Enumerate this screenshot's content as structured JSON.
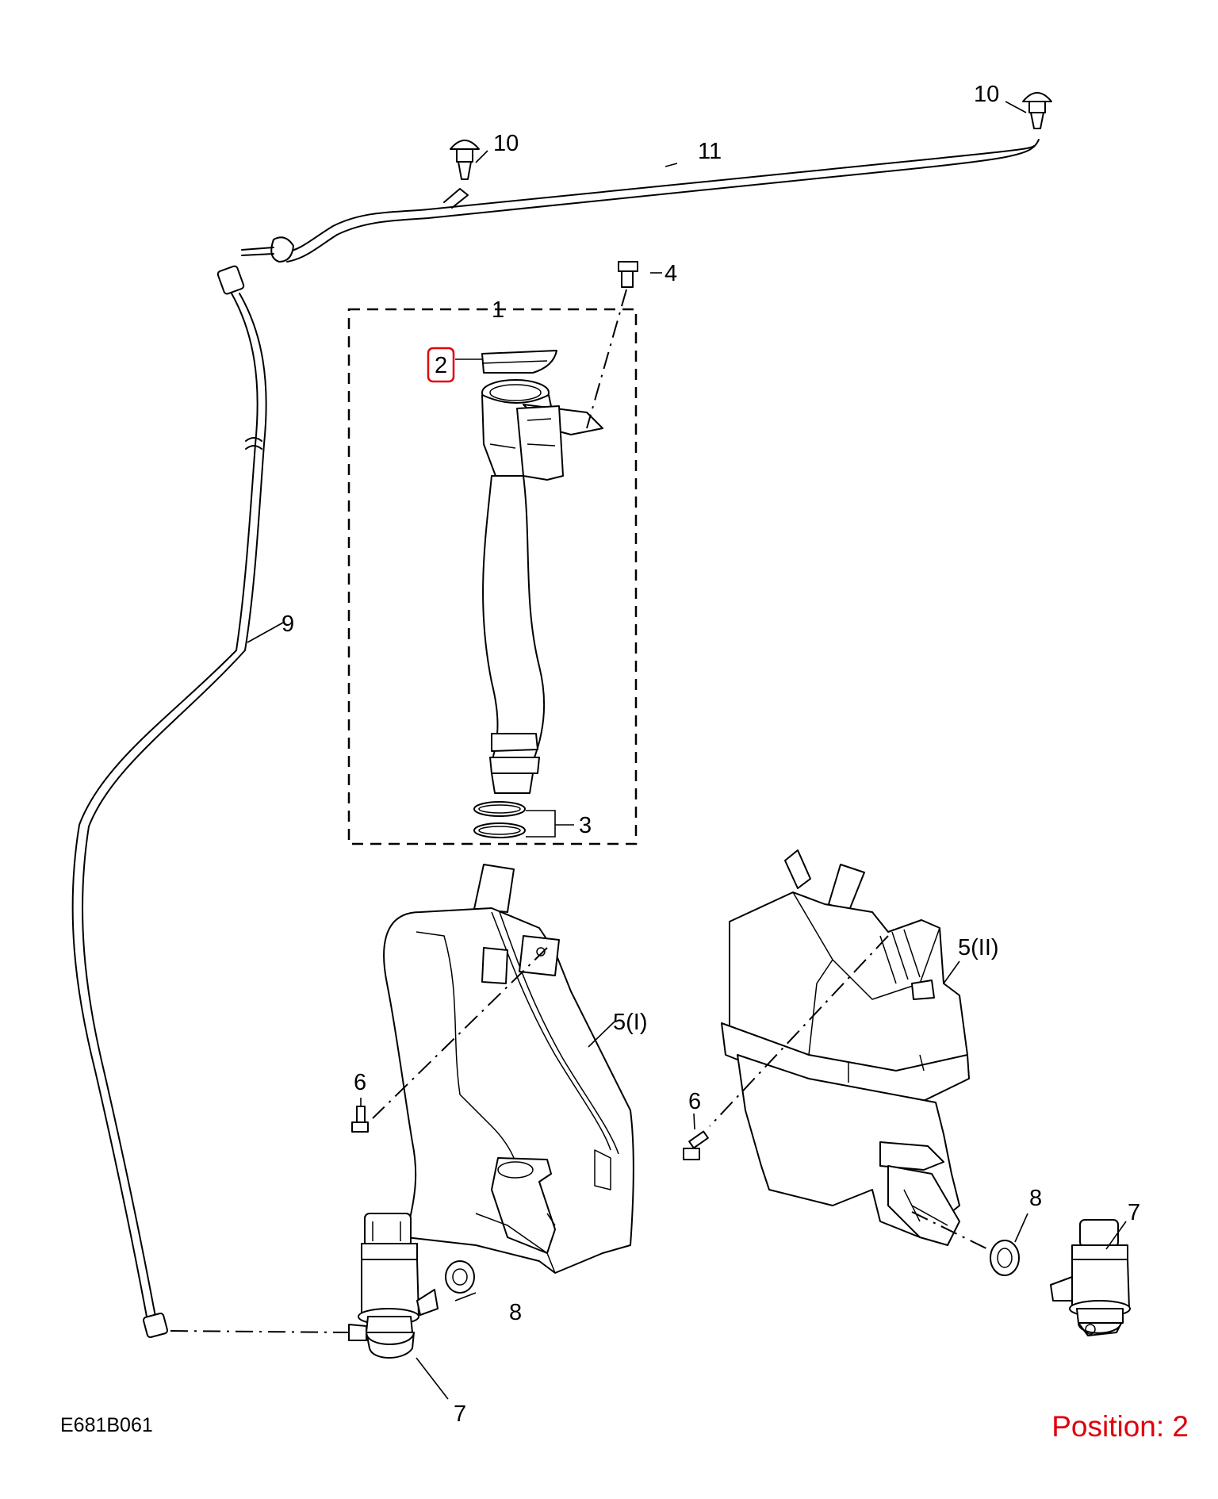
{
  "callouts": {
    "c1": "1",
    "c2": "2",
    "c3": "3",
    "c4": "4",
    "c5a": "5(I)",
    "c5b": "5(II)",
    "c6a": "6",
    "c6b": "6",
    "c7a": "7",
    "c7b": "7",
    "c8a": "8",
    "c8b": "8",
    "c9": "9",
    "c10a": "10",
    "c10b": "10",
    "c11": "11"
  },
  "diagram_code": "E681B061",
  "position_label": "Position: 2",
  "highlight_color": "#e0000a"
}
